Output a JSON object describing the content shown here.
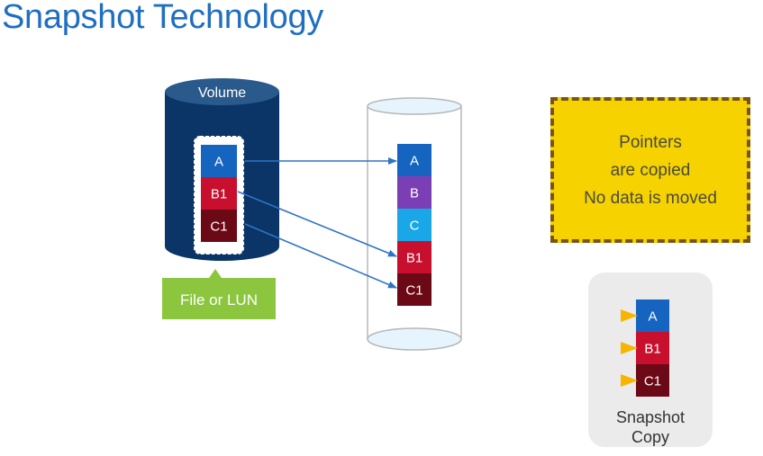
{
  "title": "Snapshot Technology",
  "volume": {
    "label": "Volume",
    "blocks": [
      {
        "label": "A",
        "color": "#1565c0"
      },
      {
        "label": "B1",
        "color": "#c8102e"
      },
      {
        "label": "C1",
        "color": "#6b0a16"
      }
    ],
    "tag": "File or LUN",
    "tag_color": "#8cc63f",
    "cylinder_color": "#0a3566"
  },
  "storage": {
    "blocks": [
      {
        "label": "A",
        "color": "#1565c0"
      },
      {
        "label": "B",
        "color": "#7b3fb5"
      },
      {
        "label": "C",
        "color": "#1aa7e8"
      },
      {
        "label": "B1",
        "color": "#c8102e"
      },
      {
        "label": "C1",
        "color": "#6b0a16"
      }
    ]
  },
  "arrow_color": "#2e74c6",
  "callout": {
    "lines": [
      "Pointers",
      "are copied",
      "No data is moved"
    ],
    "fill": "#f5d200",
    "border": "#7a5512"
  },
  "snapshot": {
    "blocks": [
      {
        "label": "A",
        "color": "#1565c0"
      },
      {
        "label": "B1",
        "color": "#c8102e"
      },
      {
        "label": "C1",
        "color": "#6b0a16"
      }
    ],
    "pointer_color": "#f7b500",
    "label_lines": [
      "Snapshot",
      "Copy"
    ]
  }
}
